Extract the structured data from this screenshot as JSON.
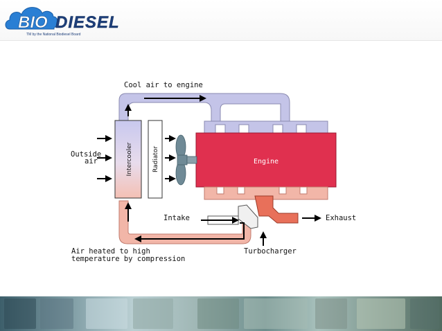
{
  "logo": {
    "bio": "BIO",
    "diesel": "DIESEL",
    "tagline": "TM by the National Biodiesel Board"
  },
  "diagram": {
    "labels": {
      "cool_air": "Cool air to engine",
      "outside_air": "Outside",
      "outside_air_2": "air",
      "intercooler": "Intercooler",
      "radiator": "Radiator",
      "engine": "Engine",
      "intake": "Intake",
      "exhaust": "Exhaust",
      "heated_air": "Air heated to high",
      "heated_air_2": "temperature by compression",
      "turbocharger": "Turbocharger"
    },
    "colors": {
      "engine": "#e0304f",
      "cool_duct": "#c4c4e8",
      "hot_duct": "#f2b6a8",
      "exhaust_part": "#e8705a"
    }
  }
}
